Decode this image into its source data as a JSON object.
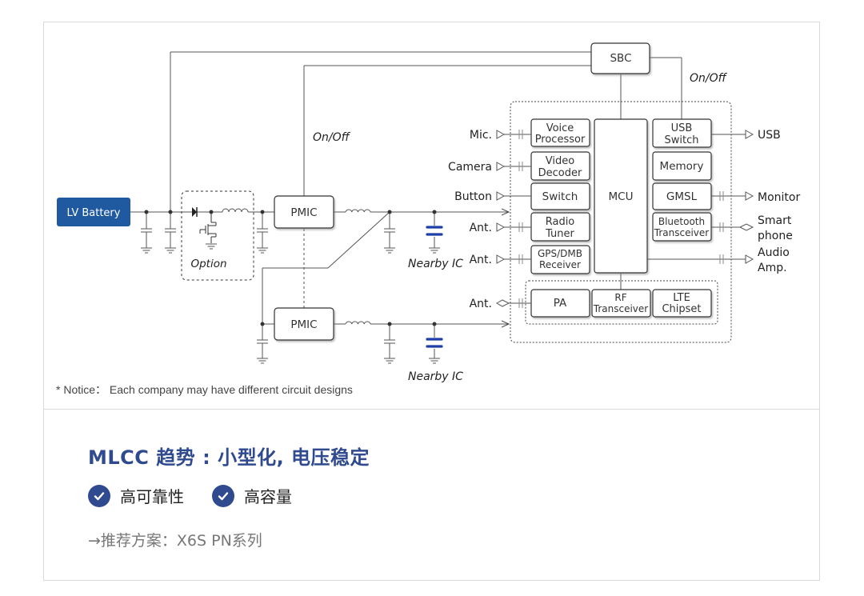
{
  "diagram": {
    "lv_battery": "LV Battery",
    "option": "Option",
    "pmic_top": "PMIC",
    "pmic_bottom": "PMIC",
    "on_off_left": "On/Off",
    "on_off_right": "On/Off",
    "nearby_ic_top": "Nearby IC",
    "nearby_ic_bottom": "Nearby IC",
    "sbc": "SBC",
    "mcu": "MCU",
    "voice_processor": [
      "Voice",
      "Processor"
    ],
    "video_decoder": [
      "Video",
      "Decoder"
    ],
    "switch": "Switch",
    "radio_tuner": [
      "Radio",
      "Tuner"
    ],
    "gps_dmb_receiver": [
      "GPS/DMB",
      "Receiver"
    ],
    "usb_switch": [
      "USB",
      "Switch"
    ],
    "memory": "Memory",
    "gmsl": "GMSL",
    "bluetooth_transceiver": [
      "Bluetooth",
      "Transceiver"
    ],
    "pa": "PA",
    "rf_transceiver": [
      "RF",
      "Transceiver"
    ],
    "lte_chipset": [
      "LTE",
      "Chipset"
    ],
    "inputs": {
      "mic": "Mic.",
      "camera": "Camera",
      "button": "Button",
      "ant1": "Ant.",
      "ant2": "Ant.",
      "ant3": "Ant."
    },
    "outputs": {
      "usb": "USB",
      "monitor": "Monitor",
      "smart_phone": [
        "Smart",
        "phone"
      ],
      "audio_amp": [
        "Audio",
        "Amp."
      ]
    }
  },
  "notice": "* Notice： Each company may have different circuit designs",
  "trend_title": "MLCC 趋势 : 小型化, 电压稳定",
  "features": [
    "高可靠性",
    "高容量"
  ],
  "recommendation": "→推荐方案：X6S PN系列",
  "colors": {
    "battery_fill": "#1f5aa0",
    "cap_blue": "#1f3fa8",
    "accent": "#2f4a8f"
  }
}
